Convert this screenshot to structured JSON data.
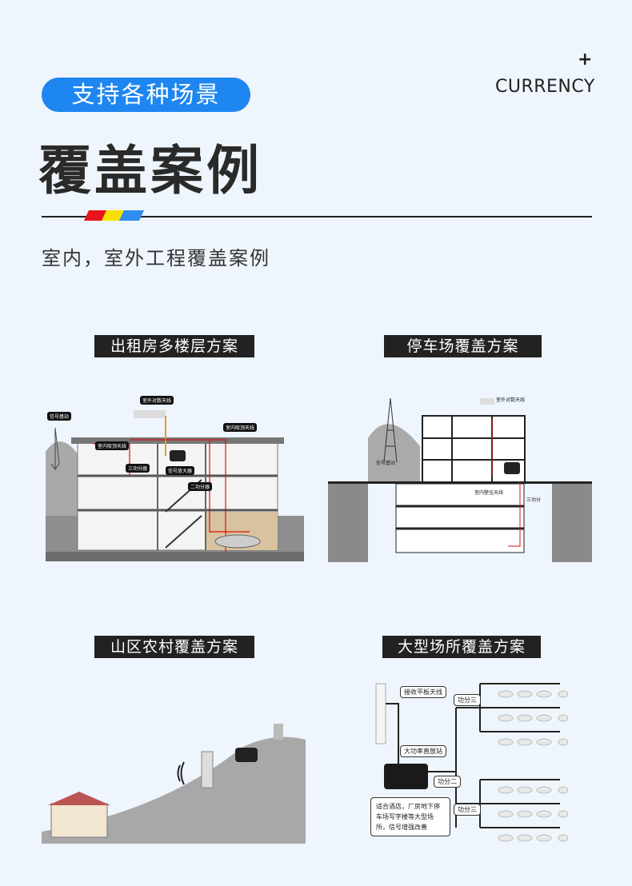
{
  "header": {
    "badge": "支持各种场景",
    "plus": "+",
    "currency": "CURRENCY",
    "title": "覆盖案例",
    "subtitle": "室内，室外工程覆盖案例",
    "stripe_colors": [
      "#e8141b",
      "#f7e000",
      "#2f8cf0"
    ]
  },
  "panels": [
    {
      "caption": "出租房多楼层方案",
      "labels": {
        "base": "信号基站",
        "outdoor": "室外对数天线",
        "ceiling": "室内吸顶天线",
        "ceiling_inner": "室内吸顶天线",
        "splitter3": "三功分器",
        "splitter2": "二功分器",
        "amp": "信号放大器"
      }
    },
    {
      "caption": "停车场覆盖方案",
      "labels": {
        "base": "信号基站",
        "outdoor": "室外对数天线",
        "wall": "室内壁挂天线",
        "splitter": "三功分"
      }
    },
    {
      "caption": "山区农村覆盖方案"
    },
    {
      "caption": "大型场所覆盖方案",
      "labels": {
        "panel_ant": "接收平板天线",
        "repeater": "大功率直放站",
        "split2": "功分二",
        "split3a": "功分三",
        "split3b": "功分三",
        "note": "适合酒店，厂房地下停车场写字楼等大型场所，信号增强改善"
      }
    }
  ]
}
